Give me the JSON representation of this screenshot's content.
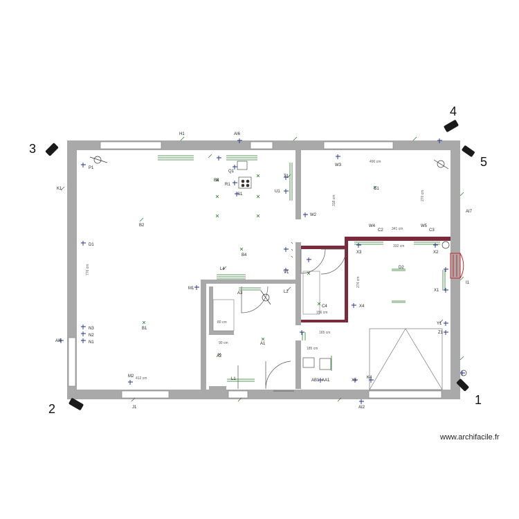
{
  "watermark": "www.archifacile.fr",
  "camera_numbers": [
    "1",
    "2",
    "3",
    "4",
    "5"
  ],
  "dimensions": [
    "412 cm",
    "776 cm",
    "490 cm",
    "318 cm",
    "270 cm",
    "341 cm",
    "332 cm",
    "274 cm",
    "156 cm",
    "165 cm",
    "90 cm",
    "80 cm",
    "185 cm"
  ],
  "equipment_labels": [
    "H1",
    "AI6",
    "K1",
    "P1",
    "D1",
    "N3",
    "N2",
    "N1",
    "AI5",
    "M1",
    "M2",
    "J1",
    "AI2",
    "B1",
    "B2",
    "B3",
    "B4",
    "Q1",
    "R1",
    "S1",
    "T1",
    "U1",
    "W2",
    "W3",
    "W4",
    "W5",
    "C1",
    "C2",
    "C3",
    "C4",
    "D2",
    "X1",
    "X2",
    "X3",
    "X4",
    "Y1",
    "Z1",
    "I1",
    "AI7",
    "L1",
    "L2",
    "L4",
    "V1",
    "A1",
    "A2",
    "A3",
    "AA1",
    "AB1",
    "K4",
    "X5"
  ],
  "colors": {
    "wall": "#a9a9a9",
    "cable": "#2a7a2a",
    "socket": "#1f2f8f",
    "partition_highlight": "#7a2a3a",
    "door_swing": "#cc2222"
  }
}
